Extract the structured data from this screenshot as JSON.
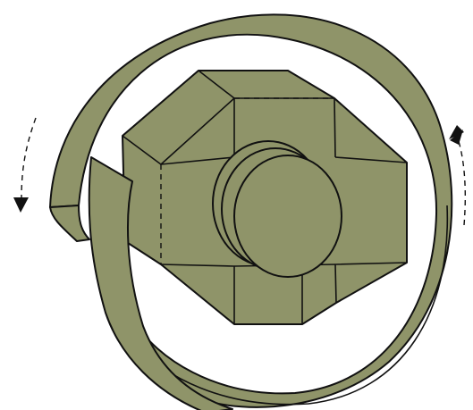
{
  "colors": {
    "fill": "#8F9469",
    "stroke": "#111111",
    "background": "#FFFFFF"
  },
  "icons": {
    "left_arrow": "arrow-down-dashed-icon",
    "right_arrow": "arrow-up-dashed-icon"
  },
  "parts": [
    "wrap-band",
    "octagonal-body",
    "cylindrical-lens",
    "rotation-arrows"
  ]
}
